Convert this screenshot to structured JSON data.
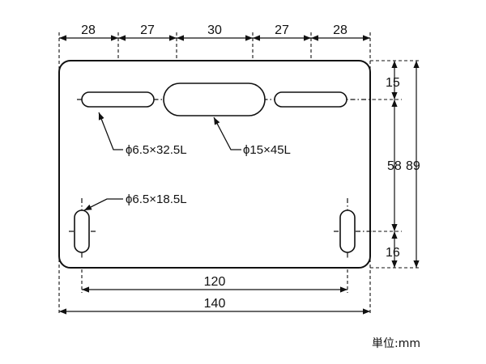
{
  "dimensions": {
    "top_segments": [
      "28",
      "27",
      "30",
      "27",
      "28"
    ],
    "right_top": "15",
    "right_middle": "58",
    "right_bottom": "16",
    "right_total": "89",
    "bottom_inner": "120",
    "bottom_total": "140"
  },
  "callouts": {
    "long_slot": "ϕ6.5×32.5L",
    "wide_slot": "ϕ15×45L",
    "short_slot": "ϕ6.5×18.5L"
  },
  "unit_label": "単位:mm"
}
